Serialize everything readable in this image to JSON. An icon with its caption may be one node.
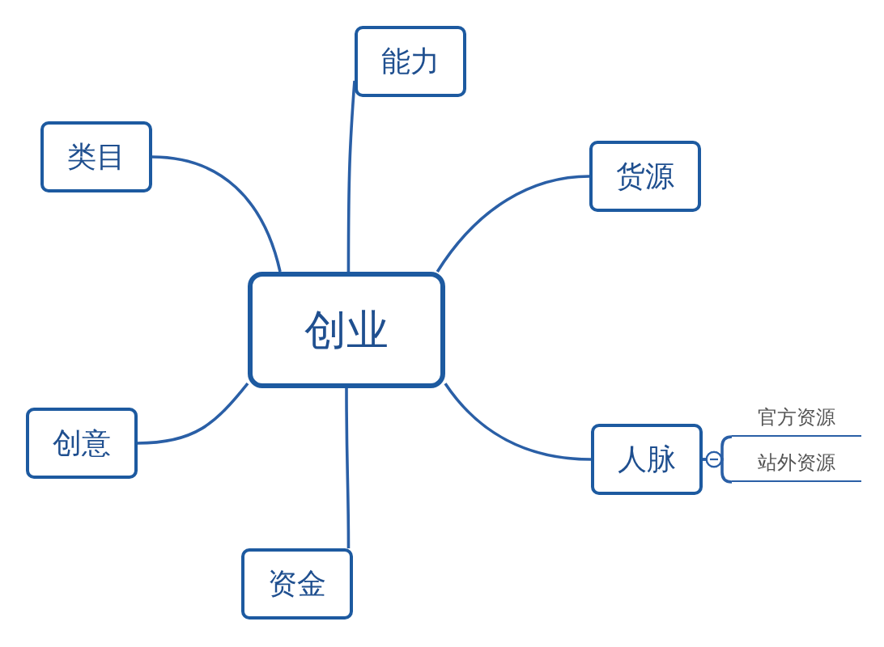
{
  "diagram": {
    "nodes": [
      {
        "text": [
          "创业"
        ]
      },
      {
        "text": [
          "能力"
        ]
      },
      {
        "text": [
          "类目"
        ]
      },
      {
        "text": [
          "货源"
        ]
      },
      {
        "text": [
          "创意"
        ]
      },
      {
        "text": [
          "人脉"
        ]
      },
      {
        "text": [
          "资金"
        ]
      },
      {
        "text": [
          "官方资源"
        ]
      },
      {
        "text": [
          "站外资源"
        ]
      }
    ],
    "edges": [
      {
        "from": 0,
        "to": 1,
        "arrow": "none"
      },
      {
        "from": 0,
        "to": 2,
        "arrow": "none"
      },
      {
        "from": 0,
        "to": 3,
        "arrow": "none"
      },
      {
        "from": 0,
        "to": 4,
        "arrow": "none"
      },
      {
        "from": 0,
        "to": 5,
        "arrow": "none"
      },
      {
        "from": 0,
        "to": 6,
        "arrow": "none"
      },
      {
        "from": 5,
        "to": 7,
        "arrow": "other"
      },
      {
        "from": 5,
        "to": 8,
        "arrow": "other"
      }
    ]
  }
}
